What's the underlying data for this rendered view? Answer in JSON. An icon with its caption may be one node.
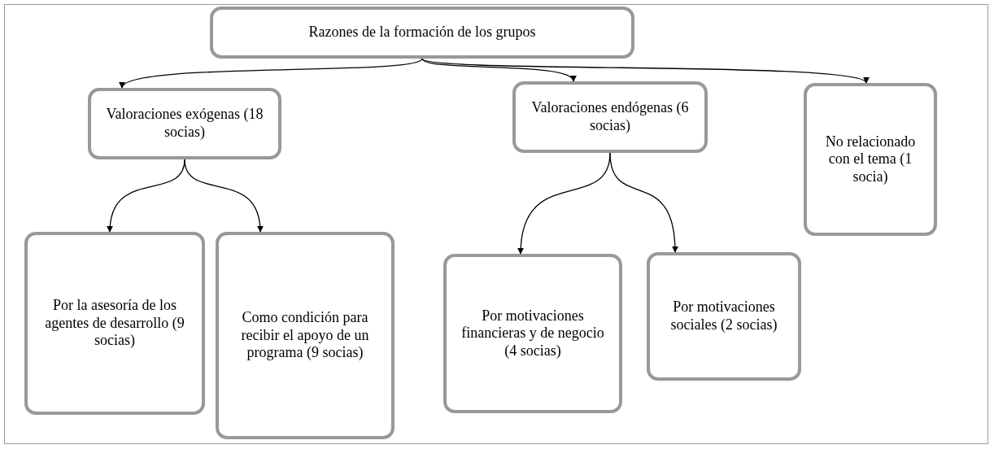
{
  "diagram": {
    "nodes": [
      {
        "text": [
          "Razones de la formación de los grupos"
        ]
      },
      {
        "text": [
          "Valoraciones exógenas (18 socias)"
        ]
      },
      {
        "text": [
          "Valoraciones endógenas (6 socias)"
        ]
      },
      {
        "text": [
          "No relacionado con el tema (1 socia)"
        ]
      },
      {
        "text": [
          "Por la asesoría de los agentes de desarrollo (9 socias)"
        ]
      },
      {
        "text": [
          "Como condición para recibir el apoyo de un programa (9 socias)"
        ]
      },
      {
        "text": [
          "Por motivaciones financieras y de negocio (4 socias)"
        ]
      },
      {
        "text": [
          "Por motivaciones sociales (2 socias)"
        ]
      }
    ],
    "edges": [
      {
        "from": 0,
        "to": 1,
        "arrow": "to"
      },
      {
        "from": 0,
        "to": 2,
        "arrow": "to"
      },
      {
        "from": 0,
        "to": 3,
        "arrow": "to"
      },
      {
        "from": 1,
        "to": 4,
        "arrow": "to"
      },
      {
        "from": 1,
        "to": 5,
        "arrow": "to"
      },
      {
        "from": 2,
        "to": 6,
        "arrow": "to"
      },
      {
        "from": 2,
        "to": 7,
        "arrow": "to"
      }
    ]
  }
}
